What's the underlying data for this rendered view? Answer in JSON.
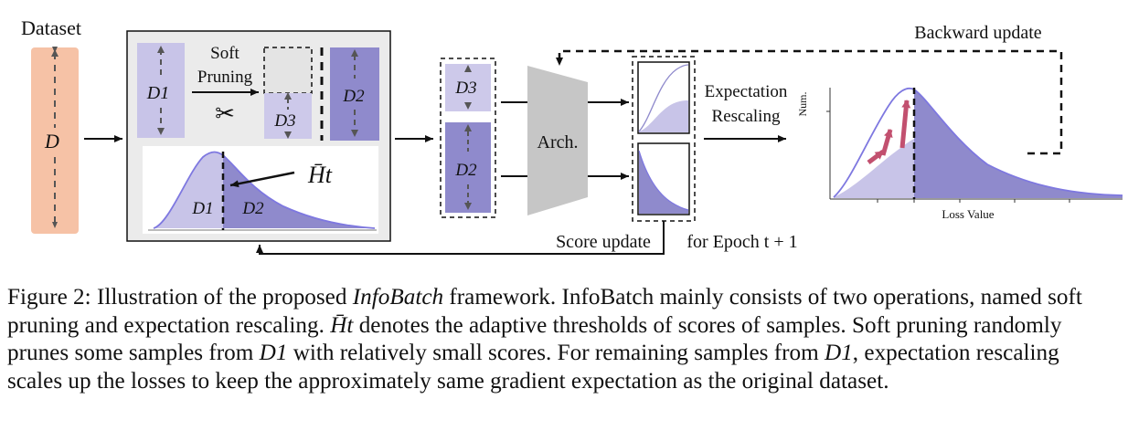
{
  "diagram": {
    "dataset_label": "Dataset",
    "dataset_symbol": "D",
    "soft_pruning_line1": "Soft",
    "soft_pruning_line2": "Pruning",
    "scissors_glyph": "✂",
    "d1_label": "D1",
    "d2_label": "D2",
    "d3_label": "D3",
    "threshold_label": "H̄t",
    "arch_label": "Arch.",
    "expectation_rescaling_line1": "Expectation",
    "expectation_rescaling_line2": "Rescaling",
    "backward_update_label": "Backward update",
    "score_update_label": "Score update",
    "for_epoch_label": "for Epoch t + 1",
    "y_axis_label": "Num.",
    "x_axis_label": "Loss Value",
    "icons": [
      "scissors-icon",
      "double-arrow-icon",
      "arrow-icon"
    ],
    "colors": {
      "dataset_fill": "#f6c2a6",
      "d1_fill": "#c8c4e8",
      "d2_fill": "#8f8acc",
      "d3_fill": "#cdc9ea",
      "panel_bg": "#ebebeb",
      "arch_fill": "#c6c6c6",
      "curve": "#7e78e0",
      "rescale_arrow": "#c2506f"
    }
  },
  "caption": {
    "figure_prefix": "Figure 2: Illustration of the proposed",
    "framework_name": "InfoBatch",
    "after_name": "framework.  InfoBatch mainly consists of two operations, named soft pruning and expectation rescaling.",
    "threshold_symbol": "H̄t",
    "threshold_text": "denotes the adaptive thresholds of scores of samples. Soft pruning randomly prunes some samples from",
    "d1_symbol_a": "D1",
    "pruning_text": "with relatively small scores. For remaining samples from",
    "d1_symbol_b": "D1",
    "rescaling_text": ", expectation rescaling scales up the losses to keep the approximately same gradient expectation as the original dataset."
  }
}
